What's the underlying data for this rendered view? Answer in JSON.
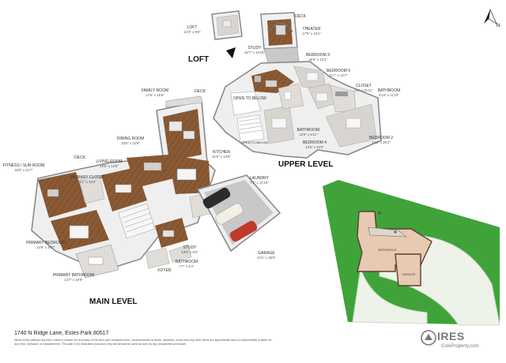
{
  "levels": {
    "loft": "LOFT",
    "upper": "UPPER LEVEL",
    "main": "MAIN LEVEL"
  },
  "rooms": {
    "loft": {
      "name": "LOFT",
      "dim": "12'3\" x 9'9\""
    },
    "study_upper": {
      "name": "STUDY",
      "dim": "18'7\" x 13'10\""
    },
    "deck_upper": {
      "name": "DECK"
    },
    "theater": {
      "name": "THEATER",
      "dim": "17'5\" x 15'1\""
    },
    "bedroom3": {
      "name": "BEDROOM 3",
      "dim": "15'6\" x 12'2\""
    },
    "bedroom5": {
      "name": "BEDROOM 5",
      "dim": "11'7\" x 12'7\""
    },
    "closet": {
      "name": "CLOSET",
      "dim": "4'9\" x 15'11\""
    },
    "bathroom_upper": {
      "name": "BATHROOM",
      "dim": "8'10\" x 11'10\""
    },
    "open_below_1": {
      "name": "OPEN TO BELOW"
    },
    "open_below_2": {
      "name": "OPEN TO BELOW"
    },
    "bathroom_upper2": {
      "name": "BATHROOM",
      "dim": "10'9\" x 8'11\""
    },
    "bedroom4": {
      "name": "BEDROOM 4",
      "dim": "13'5\" x 24'0\""
    },
    "bedroom2": {
      "name": "BEDROOM 2",
      "dim": "14'1\" x 20'2\""
    },
    "family_room": {
      "name": "FAMILY ROOM",
      "dim": "17'6\" x 15'5\""
    },
    "deck_main": {
      "name": "DECK"
    },
    "dining_room": {
      "name": "DINING ROOM",
      "dim": "18'5\" x 12'9\""
    },
    "kitchen": {
      "name": "KITCHEN",
      "dim": "21'0\" x 13'9\""
    },
    "deck_west": {
      "name": "DECK"
    },
    "fitness": {
      "name": "FITNESS / SUN ROOM",
      "dim": "15'0\" x 21'7\""
    },
    "living_room": {
      "name": "LIVING ROOM",
      "dim": "19'5\" x 14'8\""
    },
    "primary_closet": {
      "name": "PRIMARY CLOSET",
      "dim": "9'1\" x 16'3\""
    },
    "laundry": {
      "name": "LAUNDRY",
      "dim": "7'6\" x 12'10\""
    },
    "primary_bedroom": {
      "name": "PRIMARY BEDROOM",
      "dim": "14'9\" x 20'7\""
    },
    "study_main": {
      "name": "STUDY",
      "dim": "13'0\" x 9'0\""
    },
    "bathroom_main": {
      "name": "BATHROOM",
      "dim": "7'7\" x 4'4\""
    },
    "foyer": {
      "name": "FOYER"
    },
    "primary_bathroom": {
      "name": "PRIMARY BATHROOM",
      "dim": "13'7\" x 18'8\""
    },
    "garage": {
      "name": "GARAGE",
      "dim": "24'1\" x 35'5\""
    }
  },
  "site": {
    "residence": "RESIDENCE",
    "garage": "GARAGE"
  },
  "compass": {
    "north": "N"
  },
  "footer": {
    "address": "1740 N Ridge Lane, Estes Park 80517",
    "disclaimer": "Whilst every attempt has been made to ensure the accuracy of the floor plan contained here, measurements of doors, windows, rooms and any other items are approximate and no responsibility is taken for any error, omission, or misstatement. This plan is for illustrative purposes only and should be used as such by any prospective purchaser.",
    "logo_text": "IRES",
    "logo_sub": "ColoProperty.com"
  },
  "colors": {
    "floor_wood": "#8a5a35",
    "floor_light": "#e9e7e4",
    "wall": "#f4f4f4",
    "wall_edge": "#9a9a9a",
    "garage_floor": "#bdbdbd",
    "lawn": "#3fa33a",
    "residence_fill": "#e8c9b2",
    "residence_outline": "#5a4030"
  }
}
